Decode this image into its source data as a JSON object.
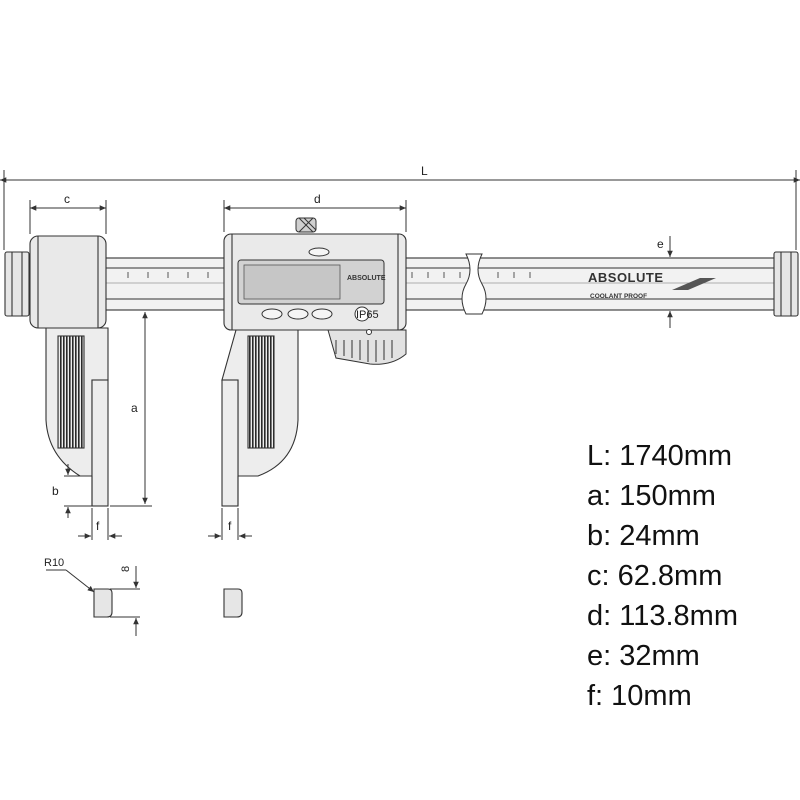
{
  "dimension_labels": {
    "L": "L",
    "c": "c",
    "d": "d",
    "e": "e",
    "a": "a",
    "b": "b",
    "f_left": "f",
    "f_right": "f",
    "r10": "R10",
    "eight": "8"
  },
  "caliper_markings": {
    "brand": "ABSOLUTE",
    "display_brand": "ABSOLUTE",
    "coolant": "COOLANT PROOF",
    "ip": "IP65"
  },
  "specs": [
    {
      "text": "L: 1740mm"
    },
    {
      "text": "a: 150mm"
    },
    {
      "text": "b: 24mm"
    },
    {
      "text": "c: 62.8mm"
    },
    {
      "text": "d: 113.8mm"
    },
    {
      "text": "e: 32mm"
    },
    {
      "text": "f: 10mm"
    }
  ],
  "colors": {
    "line": "#333333",
    "body_fill": "#ececec",
    "shade": "#d4d4d4",
    "display": "#d0d0d0",
    "rib": "#2a2a2a"
  }
}
